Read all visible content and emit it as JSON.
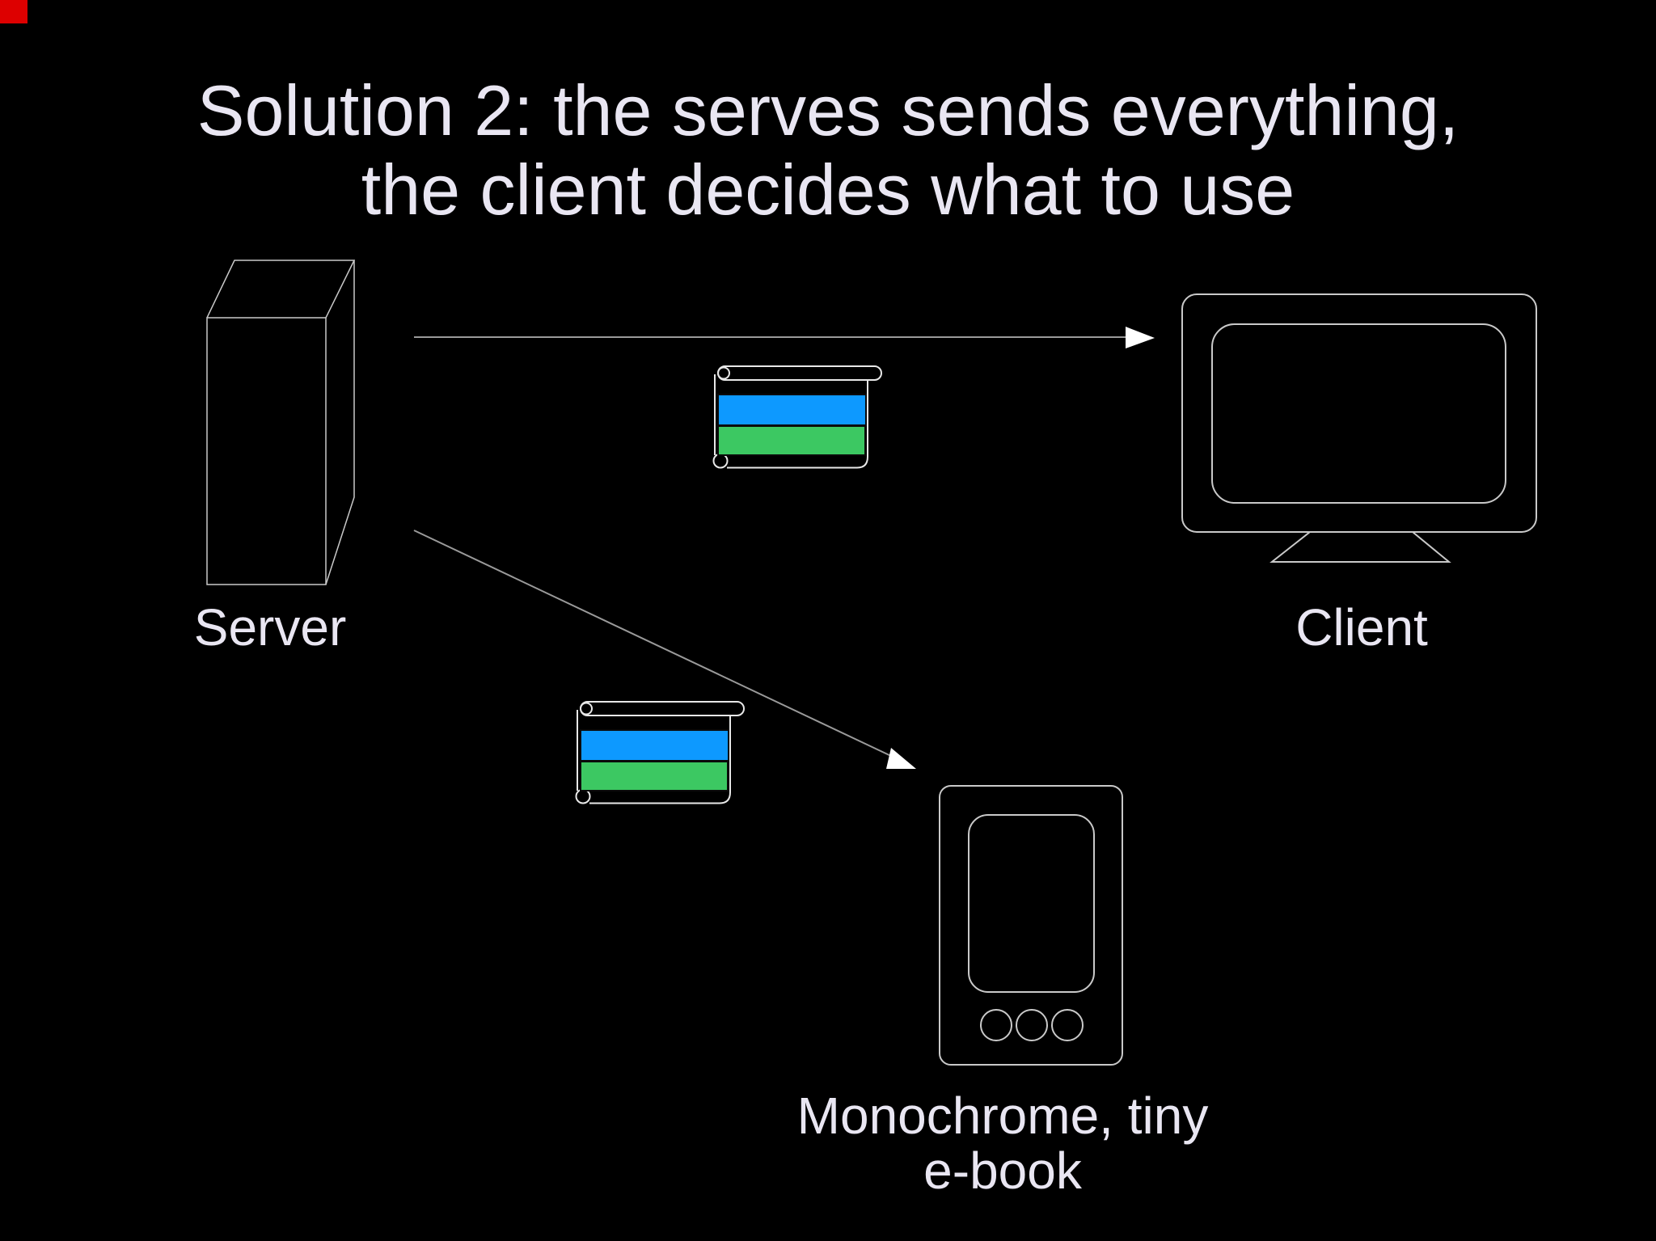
{
  "slide": {
    "title_line1": "Solution 2: the serves sends everything,",
    "title_line2": "the client decides what to use",
    "server_label": "Server",
    "client_label": "Client",
    "ebook_label_line1": "Monochrome, tiny",
    "ebook_label_line2": "e-book"
  },
  "icons": {
    "server": "server-tower-icon",
    "client": "monitor-icon",
    "ebook": "ebook-reader-icon",
    "payload_top": "scroll-document-icon",
    "payload_bottom": "scroll-document-icon",
    "arrow_to_client": "arrow-right-icon",
    "arrow_to_ebook": "arrow-diagonal-icon"
  },
  "colors": {
    "background": "#000000",
    "text": "#e9e6f2",
    "outline": "#c9c9c9",
    "arrow_line": "#9a9a9a",
    "arrowhead": "#ffffff",
    "scroll_outline": "#e8e8e8",
    "stripe_border": "#0a0a0a",
    "payload_blue": "#0d99ff",
    "payload_green": "#3cc862",
    "recording_mark": "#dd0000"
  }
}
